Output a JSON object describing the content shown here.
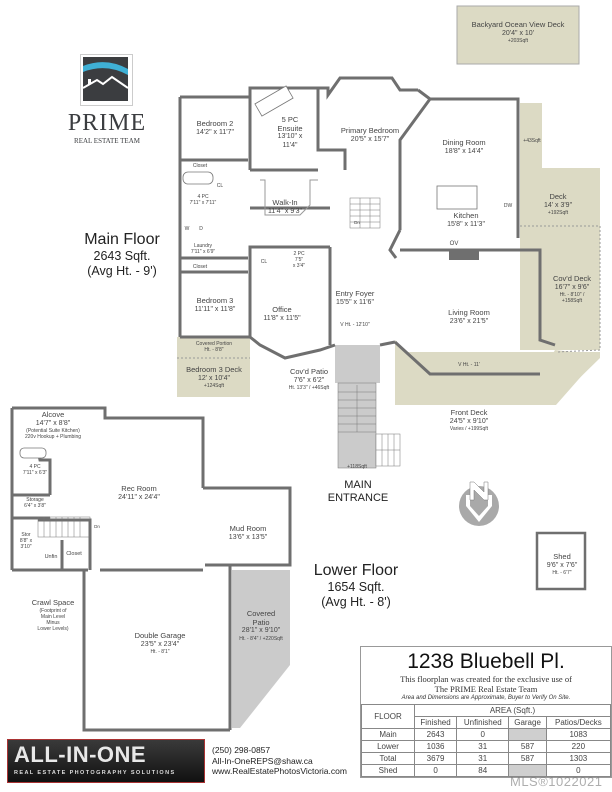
{
  "logo": {
    "brand": "PRIME",
    "tagline": "REAL ESTATE TEAM",
    "colors": {
      "sky": "#3fb0d5",
      "dark": "#3b3d40"
    }
  },
  "main_floor": {
    "title": "Main Floor",
    "sqft": "2643 Sqft.",
    "avg_height": "(Avg Ht. - 9')",
    "rooms": [
      {
        "name": "Bedroom 2",
        "dims": "14'2\" x 11'7\""
      },
      {
        "name": "5 PC",
        "name2": "Ensuite",
        "dims": "13'10\" x",
        "dims2": "11'4\""
      },
      {
        "name": "Primary Bedroom",
        "dims": "20'5\" x 15'7\""
      },
      {
        "name": "Dining Room",
        "dims": "18'8\" x 14'4\""
      },
      {
        "name": "Walk-In",
        "dims": "11'4\" x 9'3\""
      },
      {
        "name": "4 PC",
        "dims": "7'11\" x 7'11\""
      },
      {
        "name": "Laundry",
        "dims": "7'11\" x 6'9\""
      },
      {
        "name": "Kitchen",
        "dims": "15'8\" x 11'3\""
      },
      {
        "name": "2 PC",
        "dims": "7'5\"",
        "dims2": "x 3'4\""
      },
      {
        "name": "Entry Foyer",
        "dims": "15'5\" x 11'6\""
      },
      {
        "name": "Bedroom 3",
        "dims": "11'11\" x 11'8\""
      },
      {
        "name": "Office",
        "dims": "11'8\" x 11'5\""
      },
      {
        "name": "Living Room",
        "dims": "23'6\" x 21'5\""
      }
    ],
    "fixtures": {
      "closet": "Closet",
      "cl": "CL",
      "w": "W",
      "d": "D",
      "dw": "DW",
      "ov": "OV",
      "dn": "Dn"
    },
    "notes": {
      "foyer_vht": "V Ht. - 12'10\"",
      "living_vht": "V Ht. - 11'"
    },
    "decks": {
      "backyard": {
        "name": "Backyard Ocean View Deck",
        "dims": "20'4\" x 10'",
        "area": "+203Sqft"
      },
      "stairs_area": "+43Sqft",
      "deck": {
        "name": "Deck",
        "dims": "14' x 3'9\"",
        "area": "+192Sqft"
      },
      "covd_deck": {
        "name": "Cov'd Deck",
        "dims": "16'7\" x 9'6\"",
        "height": "Ht. - 8'10\" /",
        "area": "+158Sqft"
      },
      "covered_portion": {
        "name": "Covered Portion",
        "height": "Ht. - 8'8\""
      },
      "bedroom3_deck": {
        "name": "Bedroom 3 Deck",
        "dims": "12' x 10'4\"",
        "area": "+124Sqft"
      },
      "covd_patio": {
        "name": "Cov'd Patio",
        "dims": "7'6\" x 6'2\"",
        "height": "Ht. 13'3\" / +46Sqft"
      },
      "front_deck": {
        "name": "Front Deck",
        "dims": "24'5\" x 9'10\"",
        "area": "Varies / +199Sqft"
      },
      "entrance_landing": "+118Sqft"
    },
    "entrance_label": "MAIN",
    "entrance_label2": "ENTRANCE"
  },
  "lower_floor": {
    "title": "Lower Floor",
    "sqft": "1654 Sqft.",
    "avg_height": "(Avg Ht. - 8')",
    "rooms": [
      {
        "name": "Alcove",
        "dims": "14'7\" x 8'8\"",
        "note": "(Potential Suite Kitchen)",
        "note2": "220v Hookup + Plumbing"
      },
      {
        "name": "4 PC",
        "dims": "7'11\" x 6'3\""
      },
      {
        "name": "Rec Room",
        "dims": "24'11\" x 24'4\""
      },
      {
        "name": "Storage",
        "dims": "6'4\" x 3'8\""
      },
      {
        "name": "Stor",
        "dims": "8'8\" x",
        "dims2": "3'10\""
      },
      {
        "name": "Unfin"
      },
      {
        "name": "Closet"
      },
      {
        "name": "Mud Room",
        "dims": "13'6\" x 13'5\""
      },
      {
        "name": "Crawl Space",
        "note": "(Footprint of",
        "note2": "Main Level",
        "note3": "Minus",
        "note4": "Lower Levels)"
      },
      {
        "name": "Double Garage",
        "dims": "23'5\" x 23'4\"",
        "height": "Ht. - 8'1\""
      },
      {
        "name": "Covered",
        "name2": "Patio",
        "dims": "28'1\" x 9'10\"",
        "height": "Ht. - 8'4\" / +220Sqft"
      }
    ],
    "dn": "Dn"
  },
  "shed": {
    "name": "Shed",
    "dims": "9'6\" x 7'6\"",
    "height": "Ht. - 6'7\""
  },
  "compass": {
    "letter": "N"
  },
  "info_box": {
    "address": "1238 Bluebell Pl.",
    "line1": "This floorplan was created for the exclusive use of",
    "line2": "The PRIME Real Estate Team",
    "disclaimer": "Area and Dimensions are Approximate, Buyer to Verify On Site.",
    "table": {
      "floor_header": "FLOOR",
      "area_header": "AREA (Sqft.)",
      "columns": [
        "Finished",
        "Unfinished",
        "Garage",
        "Patios/Decks"
      ],
      "rows": [
        {
          "floor": "Main",
          "finished": "2643",
          "unfinished": "0",
          "garage": "",
          "patios": "1083"
        },
        {
          "floor": "Lower",
          "finished": "1036",
          "unfinished": "31",
          "garage": "587",
          "patios": "220"
        },
        {
          "floor": "Total",
          "finished": "3679",
          "unfinished": "31",
          "garage": "587",
          "patios": "1303"
        },
        {
          "floor": "Shed",
          "finished": "0",
          "unfinished": "84",
          "garage": "",
          "patios": "0"
        }
      ]
    }
  },
  "footer": {
    "company": "ALL-IN-ONE",
    "company_tagline": "REAL ESTATE PHOTOGRAPHY SOLUTIONS",
    "phone": "(250) 298-0857",
    "email": "All-In-OneREPS@shaw.ca",
    "website": "www.RealEstatePhotosVictoria.com"
  },
  "watermark": "MLS®1022021"
}
